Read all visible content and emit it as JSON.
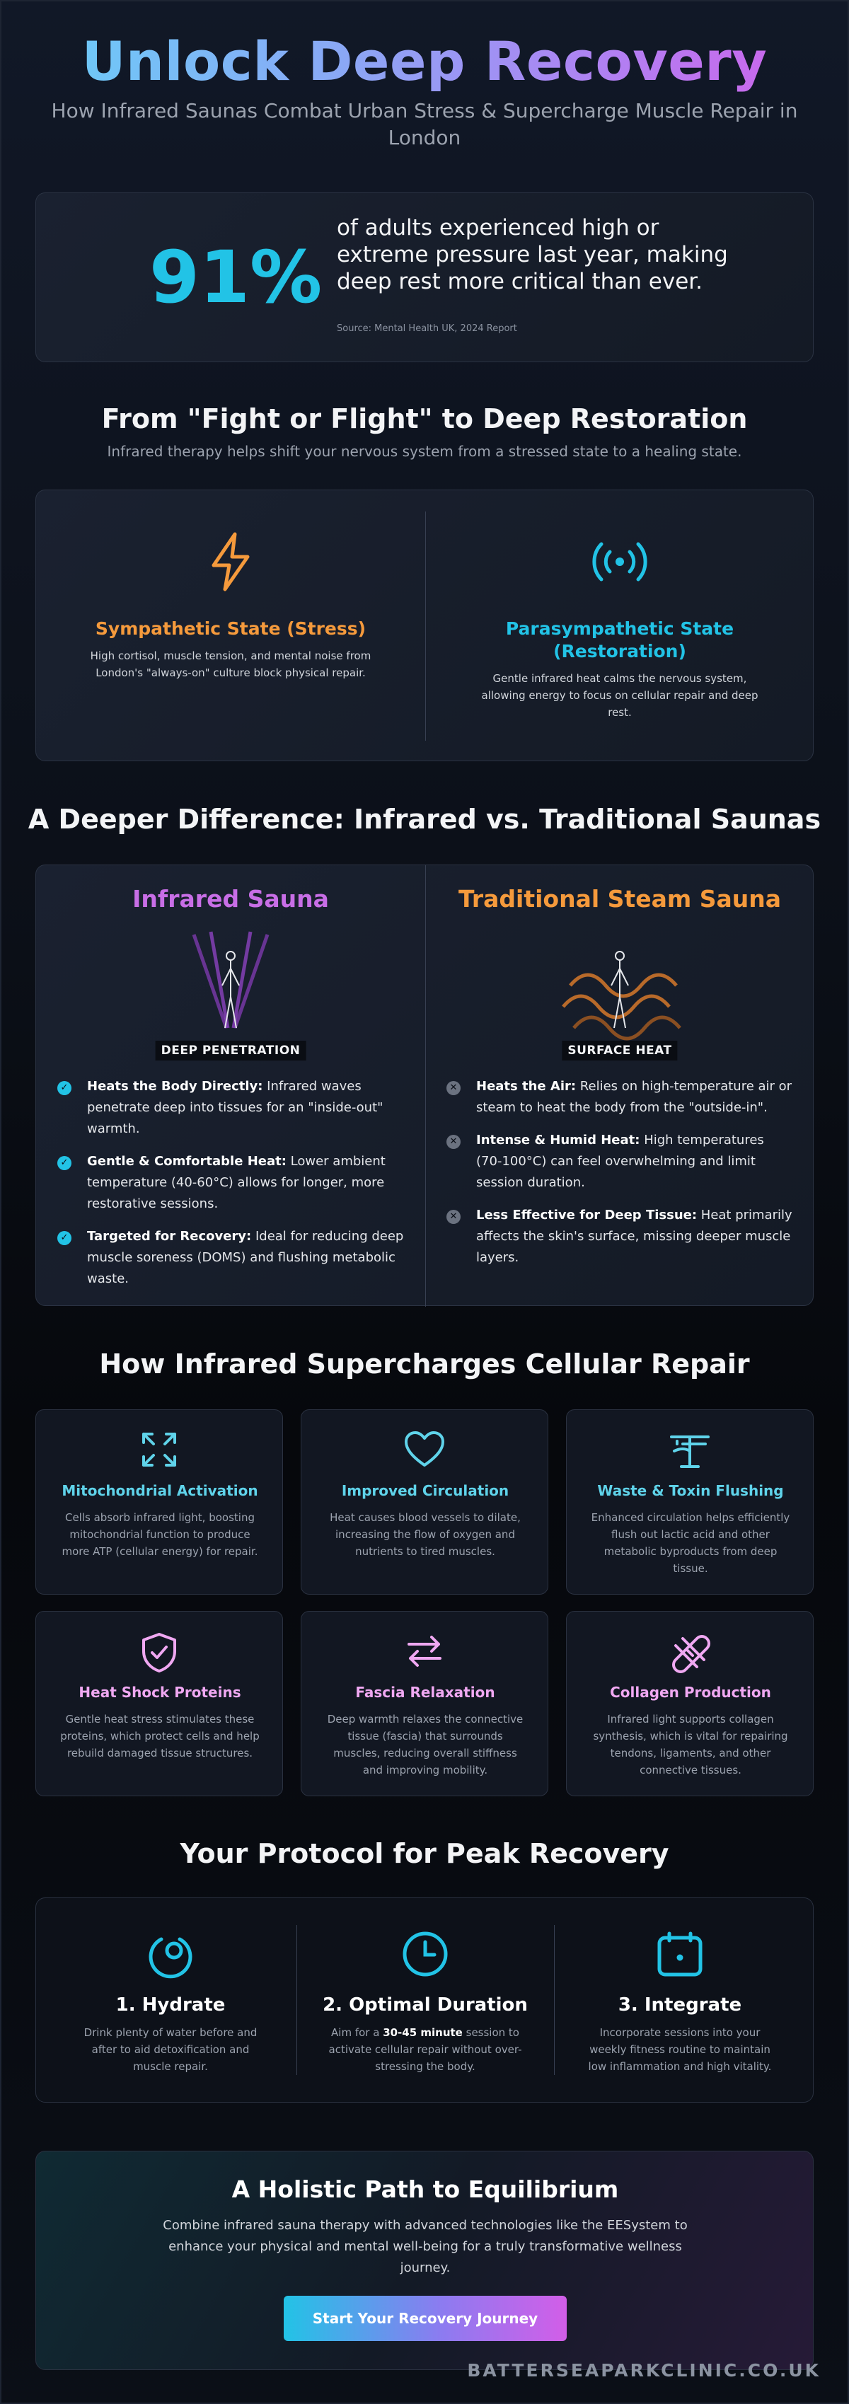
{
  "header": {
    "title": "Unlock Deep Recovery",
    "subtitle": "How Infrared Saunas Combat Urban Stress & Supercharge Muscle Repair in London"
  },
  "stat": {
    "value": "91%",
    "text": "of adults experienced high or extreme pressure last year, making deep rest more critical than ever.",
    "source": "Source: Mental Health UK, 2024 Report"
  },
  "states_section": {
    "title": "From \"Fight or Flight\" to Deep Restoration",
    "subtitle": "Infrared therapy helps shift your nervous system from a stressed state to a healing state.",
    "sympathetic": {
      "icon": "lightning-icon",
      "title": "Sympathetic State (Stress)",
      "desc": "High cortisol, muscle tension, and mental noise from London's \"always-on\" culture block physical repair."
    },
    "parasympathetic": {
      "icon": "broadcast-icon",
      "title": "Parasympathetic State (Restoration)",
      "desc": "Gentle infrared heat calms the nervous system, allowing energy to focus on cellular repair and deep rest."
    }
  },
  "compare_section": {
    "title": "A Deeper Difference: Infrared vs. Traditional Saunas",
    "infrared": {
      "title": "Infrared Sauna",
      "tag": "DEEP PENETRATION",
      "items": [
        {
          "bold": "Heats the Body Directly:",
          "text": " Infrared waves penetrate deep into tissues for an \"inside-out\" warmth."
        },
        {
          "bold": "Gentle & Comfortable Heat:",
          "text": " Lower ambient temperature (40-60°C) allows for longer, more restorative sessions."
        },
        {
          "bold": "Targeted for Recovery:",
          "text": " Ideal for reducing deep muscle soreness (DOMS) and flushing metabolic waste."
        }
      ]
    },
    "traditional": {
      "title": "Traditional Steam Sauna",
      "tag": "SURFACE HEAT",
      "items": [
        {
          "bold": "Heats the Air:",
          "text": " Relies on high-temperature air or steam to heat the body from the \"outside-in\"."
        },
        {
          "bold": "Intense & Humid Heat:",
          "text": " High temperatures (70-100°C) can feel overwhelming and limit session duration."
        },
        {
          "bold": "Less Effective for Deep Tissue:",
          "text": " Heat primarily affects the skin's surface, missing deeper muscle layers."
        }
      ]
    }
  },
  "repair_section": {
    "title": "How Infrared Supercharges Cellular Repair",
    "benefits": [
      {
        "icon": "expand-arrows-icon",
        "title": "Mitochondrial Activation",
        "desc": "Cells absorb infrared light, boosting mitochondrial function to produce more ATP (cellular energy) for repair."
      },
      {
        "icon": "heart-icon",
        "title": "Improved Circulation",
        "desc": "Heat causes blood vessels to dilate, increasing the flow of oxygen and nutrients to tired muscles."
      },
      {
        "icon": "fountain-icon",
        "title": "Waste & Toxin Flushing",
        "desc": "Enhanced circulation helps efficiently flush out lactic acid and other metabolic byproducts from deep tissue."
      },
      {
        "icon": "shield-check-icon",
        "title": "Heat Shock Proteins",
        "desc": "Gentle heat stress stimulates these proteins, which protect cells and help rebuild damaged tissue structures."
      },
      {
        "icon": "swap-arrows-icon",
        "title": "Fascia Relaxation",
        "desc": "Deep warmth relaxes the connective tissue (fascia) that surrounds muscles, reducing overall stiffness and improving mobility."
      },
      {
        "icon": "bandage-icon",
        "title": "Collagen Production",
        "desc": "Infrared light supports collagen synthesis, which is vital for repairing tendons, ligaments, and other connective tissues."
      }
    ]
  },
  "protocol_section": {
    "title": "Your Protocol for Peak Recovery",
    "steps": [
      {
        "icon": "water-drop-icon",
        "title": "1. Hydrate",
        "desc": "Drink plenty of water before and after to aid detoxification and muscle repair."
      },
      {
        "icon": "clock-icon",
        "title": "2. Optimal Duration",
        "desc_pre": "Aim for a ",
        "desc_bold": "30-45 minute",
        "desc_post": " session to activate cellular repair without over-stressing the body."
      },
      {
        "icon": "calendar-icon",
        "title": "3. Integrate",
        "desc": "Incorporate sessions into your weekly fitness routine to maintain low inflammation and high vitality."
      }
    ]
  },
  "cta": {
    "title": "A Holistic Path to Equilibrium",
    "desc": "Combine infrared sauna therapy with advanced technologies like the EESystem to enhance your physical and mental well-being for a truly transformative wellness journey.",
    "button": "Start Your Recovery Journey"
  },
  "footer": {
    "site": "BATTERSEAPARKCLINIC.CO.UK"
  },
  "colors": {
    "cyan": "#22c3e6",
    "orange": "#f59a3c",
    "violet": "#c86ee6",
    "pink": "#f0a8f2"
  }
}
